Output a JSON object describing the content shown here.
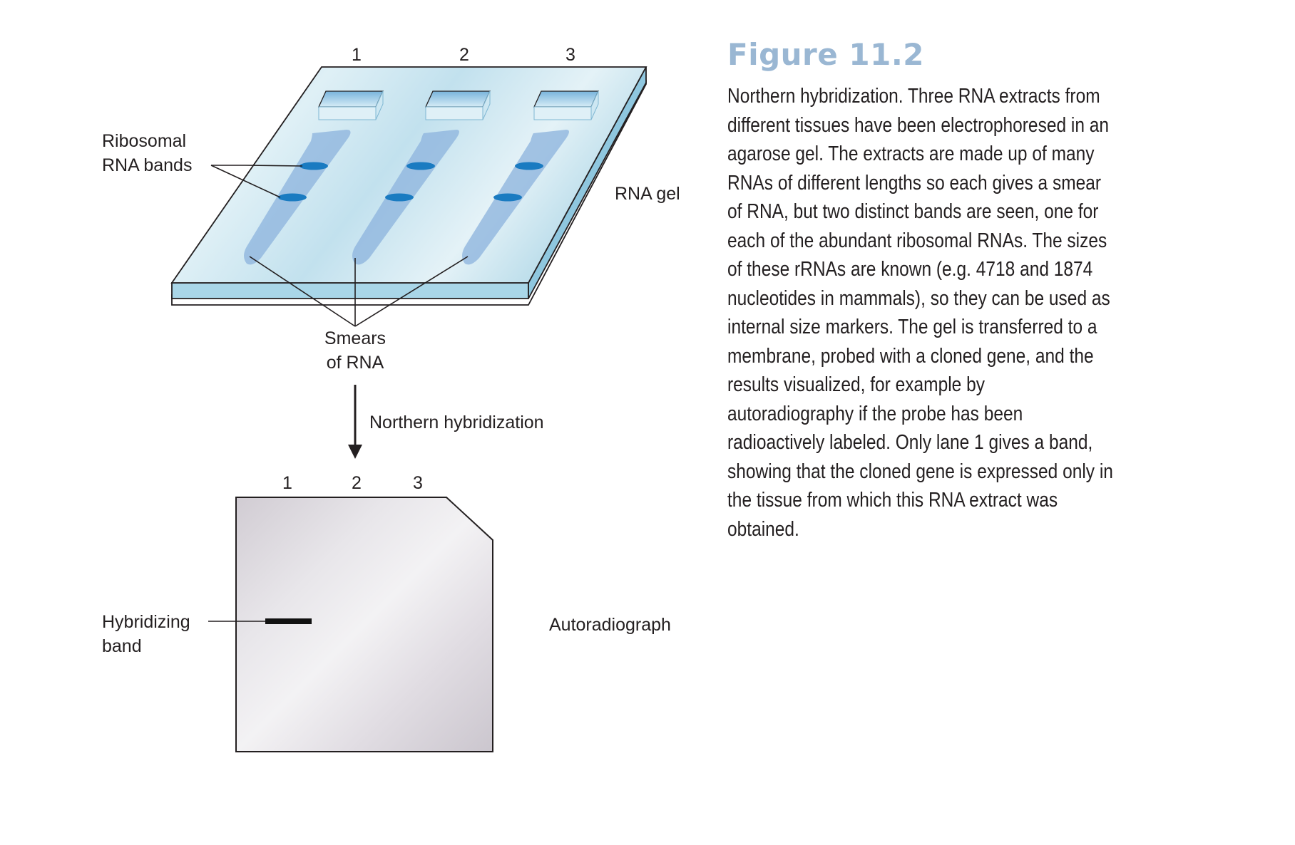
{
  "figure": {
    "title": "Figure 11.2",
    "caption": "Northern hybridization. Three RNA extracts from different tissues have been electrophoresed in an agarose gel. The extracts are made up of many RNAs of different lengths so each gives a smear of RNA, but two distinct bands are seen, one for each of the abundant ribosomal RNAs. The sizes of these rRNAs are known (e.g. 4718 and 1874 nucleotides in mammals), so they can be used as internal size markers. The gel is transferred to a membrane, probed with a cloned gene, and the results visualized, for example by autoradiography if the probe has been radioactively labeled. Only lane 1 gives a band, showing that the cloned gene is expressed only in the tissue from which this RNA extract was obtained."
  },
  "gel": {
    "lanes": [
      "1",
      "2",
      "3"
    ],
    "label": "RNA gel",
    "rrna_label_line1": "Ribosomal",
    "rrna_label_line2": "RNA bands",
    "smears_label_line1": "Smears",
    "smears_label_line2": "of RNA"
  },
  "process": {
    "arrow_label": "Northern hybridization"
  },
  "autoradiograph": {
    "lanes": [
      "1",
      "2",
      "3"
    ],
    "label": "Autoradiograph",
    "band_label_line1": "Hybridizing",
    "band_label_line2": "band"
  },
  "colors": {
    "gel_top": "#c5e3ee",
    "gel_side": "#a9d6e8",
    "smear": "#8eb5de",
    "rrna_band": "#1a7bc1",
    "film": "#dcd8dd",
    "title_accent": "#9ab7d3"
  }
}
